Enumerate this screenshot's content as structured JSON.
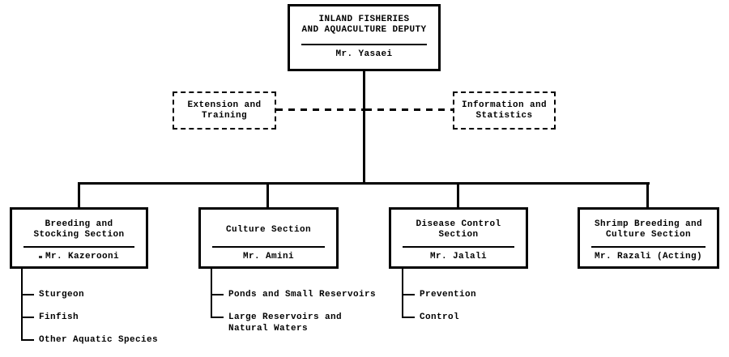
{
  "org": {
    "root": {
      "title_lines": [
        "INLAND FISHERIES",
        "AND AQUACULTURE DEPUTY"
      ],
      "name": "Mr. Yasaei"
    },
    "staff": [
      {
        "id": "extension-training",
        "lines": [
          "Extension and",
          "Training"
        ]
      },
      {
        "id": "information-statistics",
        "lines": [
          "Information and",
          "Statistics"
        ]
      }
    ],
    "sections": [
      {
        "title_lines": [
          "Breeding and",
          "Stocking Section"
        ],
        "name": "Mr. Kazerooni",
        "items": [
          "Sturgeon",
          "Finfish",
          "Other Aquatic Species"
        ]
      },
      {
        "title_lines": [
          "Culture Section"
        ],
        "name": "Mr. Amini",
        "items": [
          "Ponds and Small Reservoirs",
          "Large Reservoirs and\nNatural Waters"
        ]
      },
      {
        "title_lines": [
          "Disease Control",
          "Section"
        ],
        "name": "Mr. Jalali",
        "items": [
          "Prevention",
          "Control"
        ]
      },
      {
        "title_lines": [
          "Shrimp Breeding and",
          "Culture Section"
        ],
        "name": "Mr. Razali (Acting)",
        "items": []
      }
    ],
    "colors": {
      "ink": "#000000",
      "paper": "#ffffff"
    }
  }
}
